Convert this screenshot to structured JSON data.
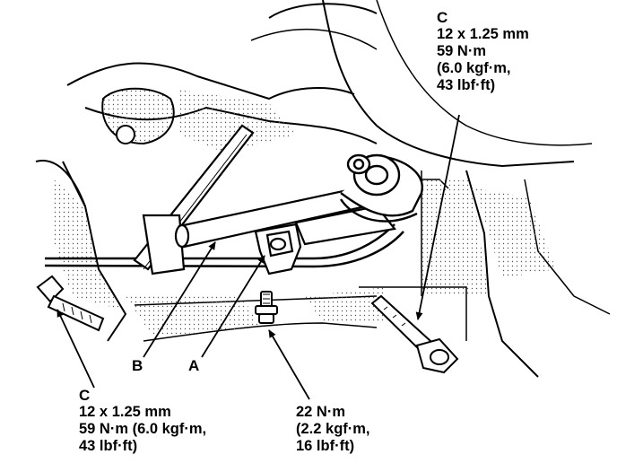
{
  "callouts": {
    "c_top": {
      "letter": "C",
      "size": "12 x 1.25 mm",
      "torque": "59 N·m",
      "kgf": "(6.0 kgf·m,",
      "lbf": "43 lbf·ft)"
    },
    "c_bottom": {
      "letter": "C",
      "size": "12 x 1.25 mm",
      "torque_kgf": "59 N·m (6.0 kgf·m,",
      "lbf": "43 lbf·ft)"
    },
    "torque_22": {
      "torque": "22 N·m",
      "kgf": "(2.2 kgf·m,",
      "lbf": "16 lbf·ft)"
    },
    "part_b": {
      "letter": "B"
    },
    "part_a": {
      "letter": "A"
    }
  },
  "colors": {
    "ink": "#000000",
    "paper": "#ffffff",
    "shade": "#c8c8c8"
  }
}
